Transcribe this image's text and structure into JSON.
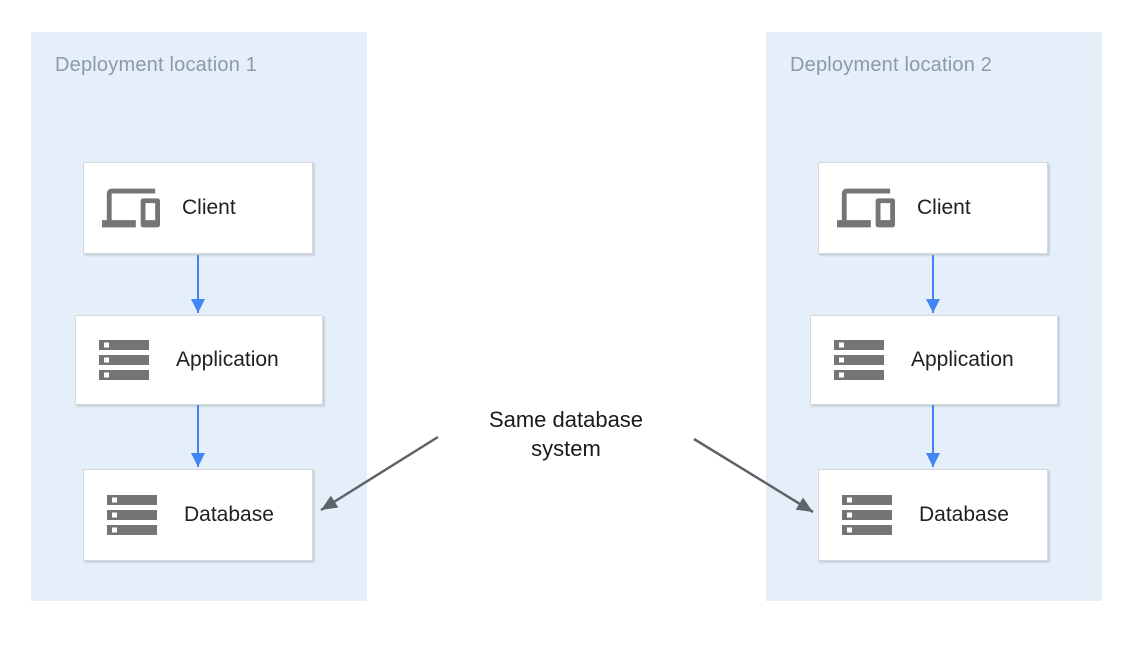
{
  "panels": [
    {
      "title": "Deployment location 1",
      "nodes": [
        {
          "label": "Client",
          "icon": "devices-icon"
        },
        {
          "label": "Application",
          "icon": "server-stack-icon"
        },
        {
          "label": "Database",
          "icon": "server-stack-icon"
        }
      ]
    },
    {
      "title": "Deployment location 2",
      "nodes": [
        {
          "label": "Client",
          "icon": "devices-icon"
        },
        {
          "label": "Application",
          "icon": "server-stack-icon"
        },
        {
          "label": "Database",
          "icon": "server-stack-icon"
        }
      ]
    }
  ],
  "edges": [
    {
      "from": "Client",
      "to": "Application",
      "panel": "Deployment location 1",
      "style": "blue-flow"
    },
    {
      "from": "Application",
      "to": "Database",
      "panel": "Deployment location 1",
      "style": "blue-flow"
    },
    {
      "from": "Client",
      "to": "Application",
      "panel": "Deployment location 2",
      "style": "blue-flow"
    },
    {
      "from": "Application",
      "to": "Database",
      "panel": "Deployment location 2",
      "style": "blue-flow"
    },
    {
      "from": "annotation",
      "to": "Database (location 1)",
      "style": "gray-annotation"
    },
    {
      "from": "annotation",
      "to": "Database (location 2)",
      "style": "gray-annotation"
    }
  ],
  "annotation": {
    "line1": "Same database",
    "line2": "system"
  },
  "colors": {
    "panel_background": "#E4EFFA",
    "panel_title_text": "#8E9AA3",
    "node_background": "#FFFFFF",
    "node_border": "#D5D8DC",
    "node_label_text": "#202124",
    "icon_gray": "#757575",
    "flow_arrow_blue": "#4285F4",
    "annotation_arrow_gray": "#5F6368",
    "annotation_text": "#1A1A1A"
  }
}
